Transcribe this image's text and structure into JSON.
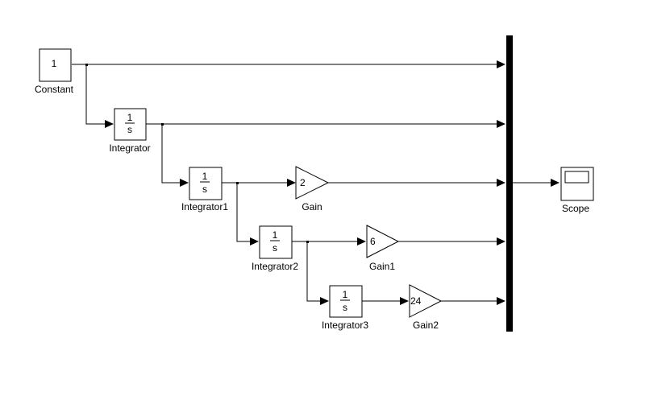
{
  "blocks": {
    "constant": {
      "value": "1",
      "label": "Constant"
    },
    "integrator": {
      "num": "1",
      "den": "s",
      "label": "Integrator"
    },
    "integrator1": {
      "num": "1",
      "den": "s",
      "label": "Integrator1"
    },
    "integrator2": {
      "num": "1",
      "den": "s",
      "label": "Integrator2"
    },
    "integrator3": {
      "num": "1",
      "den": "s",
      "label": "Integrator3"
    },
    "gain": {
      "value": "2",
      "label": "Gain"
    },
    "gain1": {
      "value": "6",
      "label": "Gain1"
    },
    "gain2": {
      "value": "24",
      "label": "Gain2"
    },
    "scope": {
      "label": "Scope"
    }
  }
}
